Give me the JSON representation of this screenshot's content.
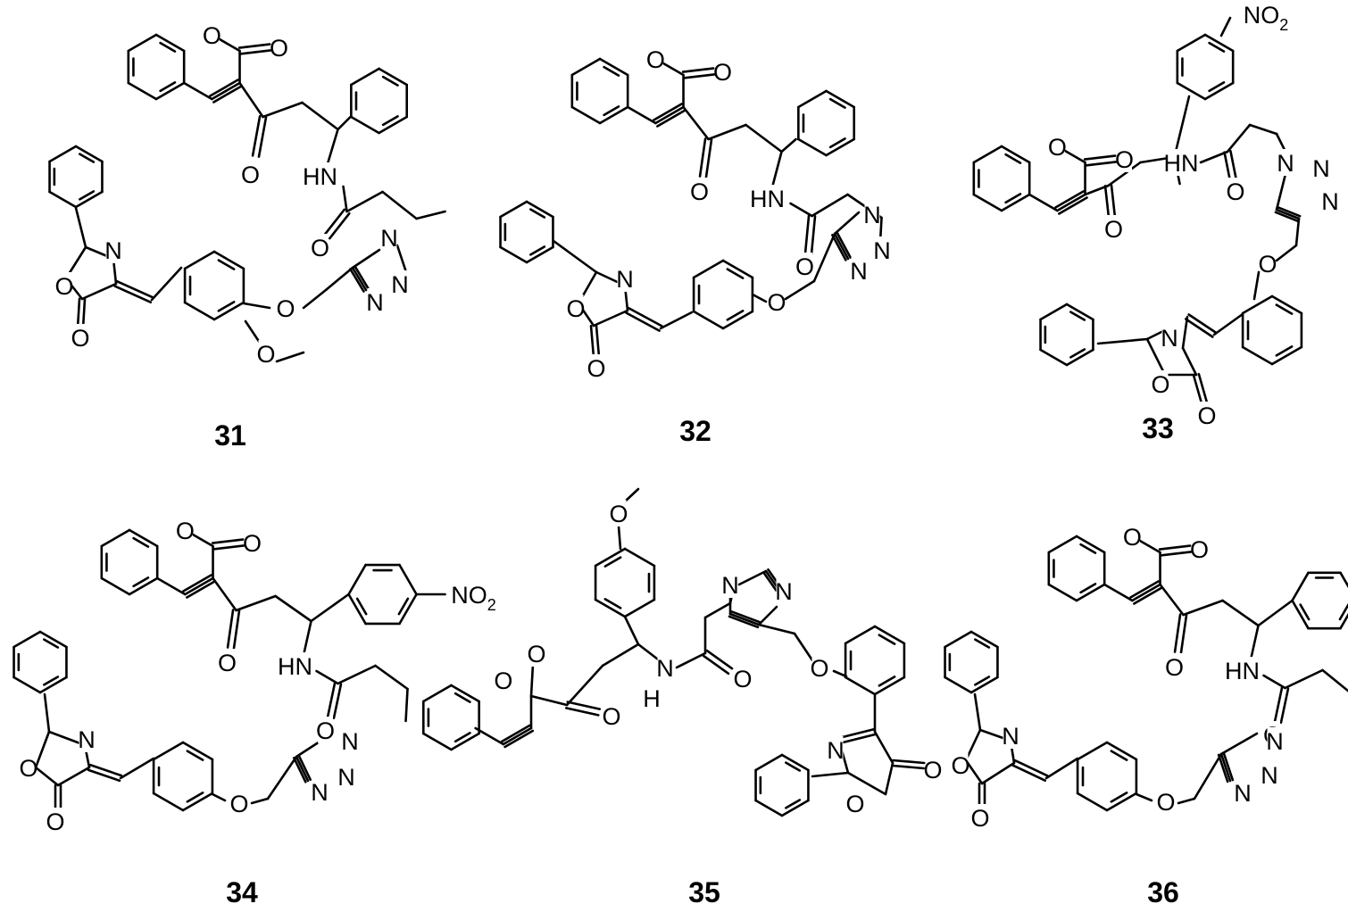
{
  "compounds": [
    {
      "id": "31"
    },
    {
      "id": "32"
    },
    {
      "id": "33"
    },
    {
      "id": "34"
    },
    {
      "id": "35"
    },
    {
      "id": "36"
    }
  ],
  "atom_text": {
    "O": "O",
    "N": "N",
    "HN": "HN",
    "NH": "N",
    "H": "H",
    "NO2": "NO",
    "NO2_sub": "2",
    "nitro_rev": "O",
    "nitro_rev_prefix": "N"
  }
}
